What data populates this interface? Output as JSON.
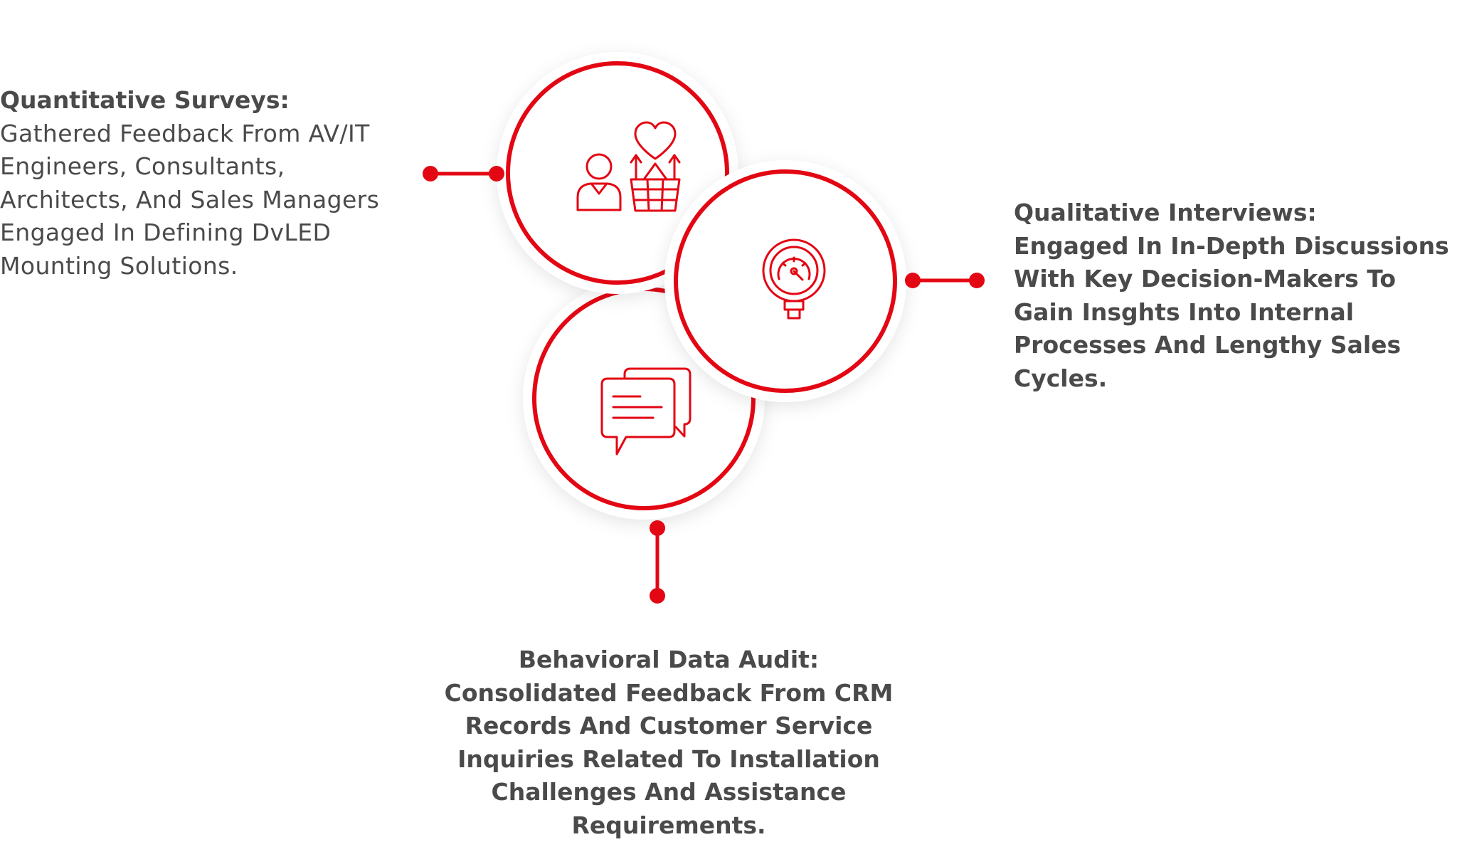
{
  "accent_color": "#e30613",
  "text_color": "#4a4a4a",
  "items": {
    "quantitative": {
      "title": "Quantitative Surveys:",
      "lines": [
        "Gathered Feedback From AV/IT",
        "Engineers, Consultants,",
        "Architects, And Sales Managers",
        "Engaged In Defining DvLED",
        "Mounting Solutions."
      ],
      "icon": "customer-heart-basket-icon"
    },
    "qualitative": {
      "title": "Qualitative Interviews:",
      "lines": [
        "Engaged In In-Depth Discussions",
        "With Key Decision-Makers To",
        "Gain Insghts Into Internal",
        "Processes And Lengthy Sales",
        "Cycles."
      ],
      "icon": "pressure-gauge-icon"
    },
    "behavioral": {
      "title": "Behavioral Data Audit:",
      "lines": [
        "Consolidated Feedback From CRM",
        "Records And Customer Service",
        "Inquiries Related To Installation",
        "Challenges And Assistance",
        "Requirements."
      ],
      "icon": "chat-bubbles-icon"
    }
  }
}
